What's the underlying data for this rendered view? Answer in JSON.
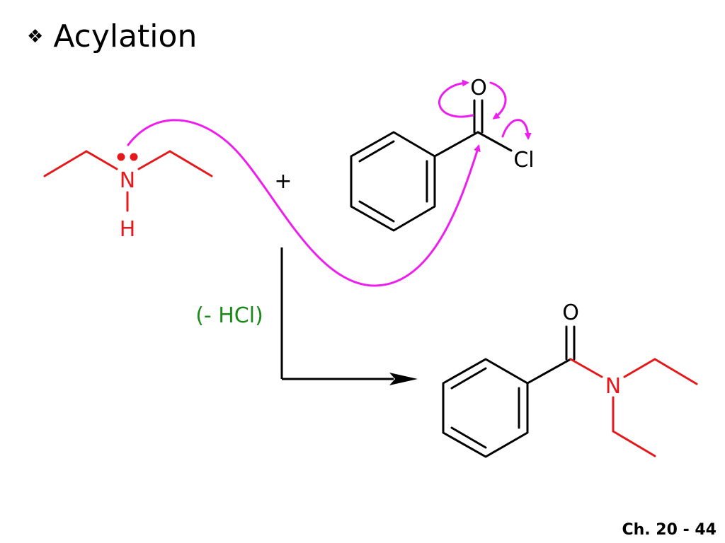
{
  "slide": {
    "title": "Acylation",
    "bullet_icon": "diamond-bullet-icon",
    "footer": "Ch. 20 - 44"
  },
  "reaction": {
    "amine": {
      "n_label": "N",
      "h_label": "H"
    },
    "plus": "+",
    "acyl_chloride": {
      "o_label": "O",
      "cl_label": "Cl"
    },
    "condition": "(- HCl)",
    "product": {
      "o_label": "O",
      "n_label": "N"
    }
  },
  "colors": {
    "amine": "#e3191b",
    "arrow_curly": "#ee1fee",
    "condition": "#1a8a1a",
    "bond": "#000000"
  }
}
